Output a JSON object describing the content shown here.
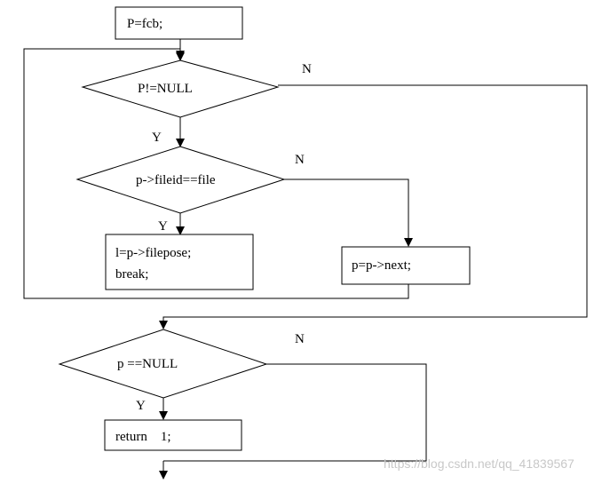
{
  "nodes": {
    "init": "P=fcb;",
    "loop_check": "P!=NULL",
    "match_check": "p->fileid==file",
    "match_line1": "l=p->filepose;",
    "match_line2": "break;",
    "advance": "p=p->next;",
    "null_check": "p ==NULL",
    "return_stmt": "return    1;"
  },
  "branch_labels": {
    "loop_no": "N",
    "loop_yes": "Y",
    "match_no": "N",
    "match_yes": "Y",
    "null_no": "N",
    "null_yes": "Y"
  },
  "watermark": "https://blog.csdn.net/qq_41839567"
}
